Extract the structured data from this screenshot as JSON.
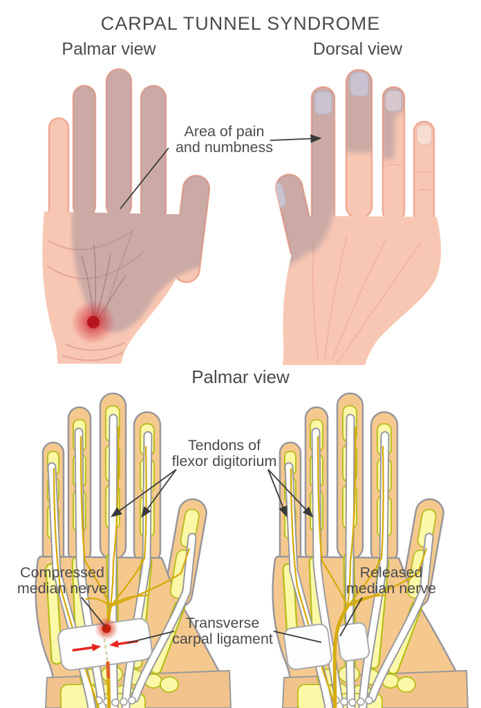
{
  "title": "CARPAL TUNNEL SYNDROME",
  "views": {
    "top_left": "Palmar view",
    "top_right": "Dorsal view",
    "bottom": "Palmar view"
  },
  "annotations": {
    "area_pain": {
      "line1": "Area of pain",
      "line2": "and numbness"
    },
    "tendons": {
      "line1": "Tendons of",
      "line2": "flexor digitorium"
    },
    "compressed": {
      "line1": "Compressed",
      "line2": "median nerve"
    },
    "released": {
      "line1": "Released",
      "line2": "median nerve"
    },
    "ligament": {
      "line1": "Transverse",
      "line2": "carpal ligament"
    }
  },
  "colors": {
    "text": "#4a4a4a",
    "skin_pink": "#f8c7b3",
    "skin_pink_edge": "#f0a893",
    "numb_gray": "#8d8495",
    "pain_red": "#c2151c",
    "skin_tan": "#f5c98e",
    "skin_outline": "#98959b",
    "bone_yellow": "#fbf8a8",
    "bone_outline": "#b5bd17",
    "nerve_gold": "#d7ac10",
    "tendon_outline": "#97979c",
    "ligament_white": "#fdfdfd",
    "arrow_red": "#e8251f",
    "line_dark": "#3a3a3a"
  }
}
